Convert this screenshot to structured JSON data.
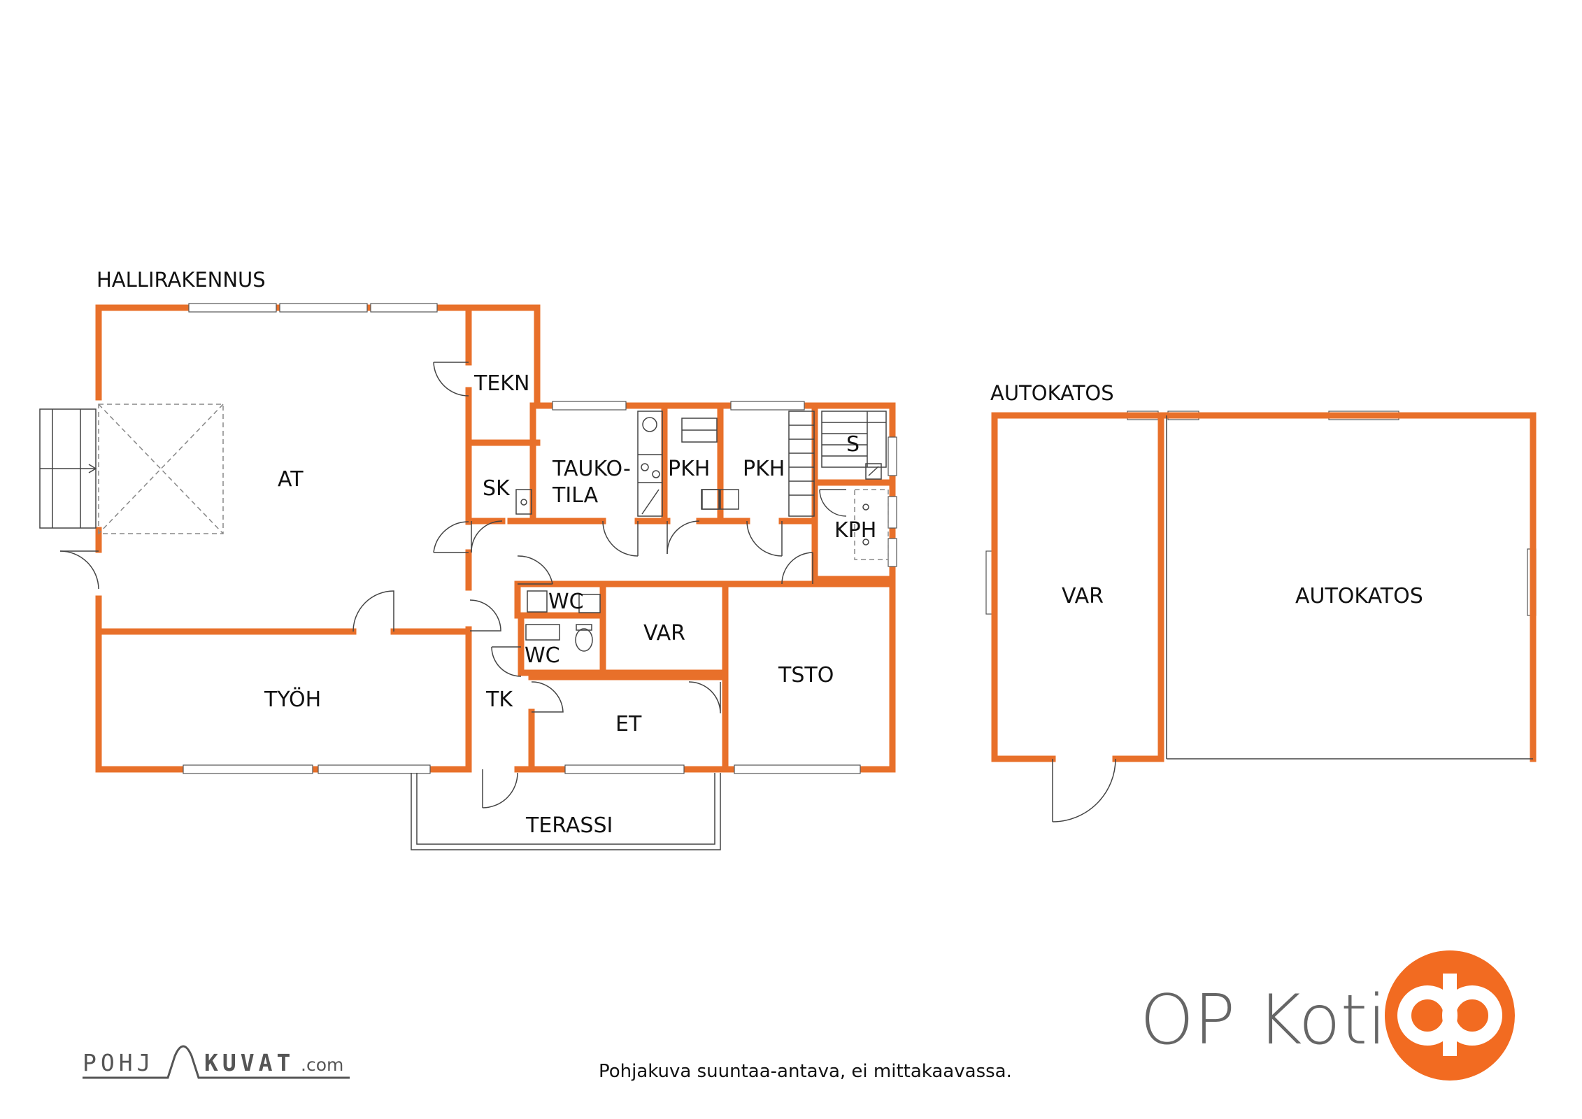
{
  "labels": {
    "hallirakennus": "HALLIRAKENNUS",
    "autokatos_title": "AUTOKATOS",
    "note": "Pohjakuva suuntaa-antava, ei mittakaavassa."
  },
  "rooms": {
    "at": "AT",
    "tekn": "TEKN",
    "sk": "SK",
    "tauko_1": "TAUKO-",
    "tauko_2": "TILA",
    "pkh_1": "PKH",
    "pkh_2": "PKH",
    "s": "S",
    "kph": "KPH",
    "wc_1": "WC",
    "wc_2": "WC",
    "var_main": "VAR",
    "tsto": "TSTO",
    "tyoh": "TYÖH",
    "tk": "TK",
    "et": "ET",
    "terassi": "TERASSI",
    "var_garage": "VAR",
    "autokatos_room": "AUTOKATOS"
  },
  "brand": {
    "name": "OP Koti",
    "color": "#f26b21"
  },
  "watermark": {
    "part1": "POHJ",
    "part2": "KUVAT",
    "suffix": ".com"
  },
  "colors": {
    "wall": "#e8702a",
    "line": "#444444"
  }
}
